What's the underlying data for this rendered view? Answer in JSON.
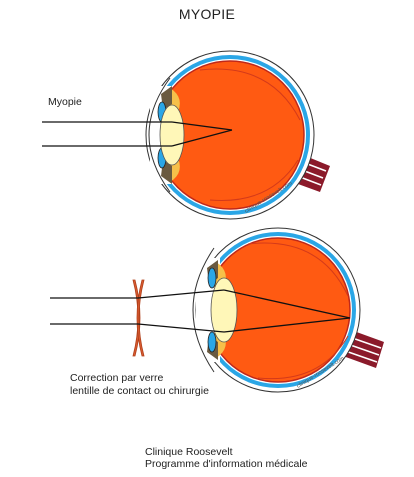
{
  "title": "MYOPIE",
  "top_diagram": {
    "label": "Myopie",
    "watermark": "clinique-roosevelt.com"
  },
  "bottom_diagram": {
    "label_line1": "Correction par verre",
    "label_line2": "lentille de contact ou chirurgie",
    "watermark": "clinique-roosevelt.com"
  },
  "footer": {
    "line1": "Clinique Roosevelt",
    "line2": "Programme d'information médicale"
  },
  "colors": {
    "retina": "#ff5a12",
    "vessel": "#d43a1a",
    "choroid": "#2aa6e6",
    "sclera_line": "#333333",
    "lens": "#fff7b8",
    "iris": "#6a5a40",
    "nerve": "#8b1a2a",
    "correction_lens": "#d85a30"
  }
}
